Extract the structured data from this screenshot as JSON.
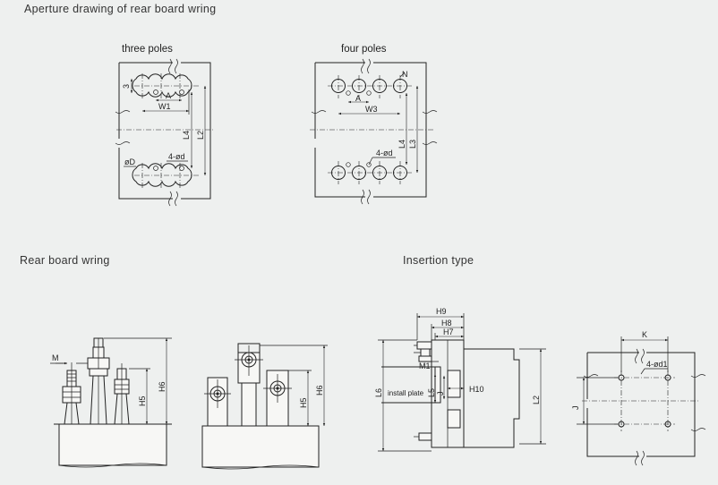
{
  "titles": {
    "aperture": "Aperture drawing of rear board wring",
    "rear_board": "Rear board wring",
    "insertion": "Insertion type"
  },
  "subtitles": {
    "three_poles": "three poles",
    "four_poles": "four poles"
  },
  "labels": {
    "three": {
      "dim3": "3",
      "A": "A",
      "W1": "W1",
      "L4": "L4",
      "L2": "L2",
      "holes": "4-ød",
      "phiD": "øD"
    },
    "four": {
      "N": "N",
      "A": "A",
      "W3": "W3",
      "L4": "L4",
      "L3": "L3",
      "holes": "4-ød"
    },
    "rear1": {
      "M": "M",
      "H5": "H5",
      "H6": "H6"
    },
    "rear2": {
      "H5": "H5",
      "H6": "H6"
    },
    "insert": {
      "H9": "H9",
      "H8": "H8",
      "H7": "H7",
      "L6": "L6",
      "M1": "M1",
      "install_plate": "install plate",
      "L5": "L5",
      "J": "J",
      "H10": "H10",
      "L2": "L2"
    },
    "panel": {
      "K": "K",
      "holes": "4-ød1",
      "J": "J"
    }
  }
}
